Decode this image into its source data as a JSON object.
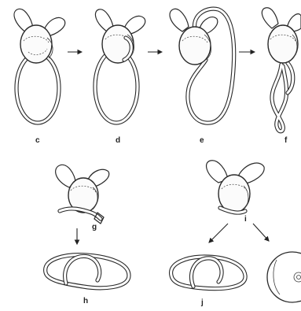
{
  "panels": {
    "c": {
      "label": "c"
    },
    "d": {
      "label": "d"
    },
    "e": {
      "label": "e"
    },
    "f": {
      "label": "f"
    },
    "g": {
      "label": "g"
    },
    "h": {
      "label": "h"
    },
    "i": {
      "label": "i"
    },
    "j": {
      "label": "j"
    }
  }
}
